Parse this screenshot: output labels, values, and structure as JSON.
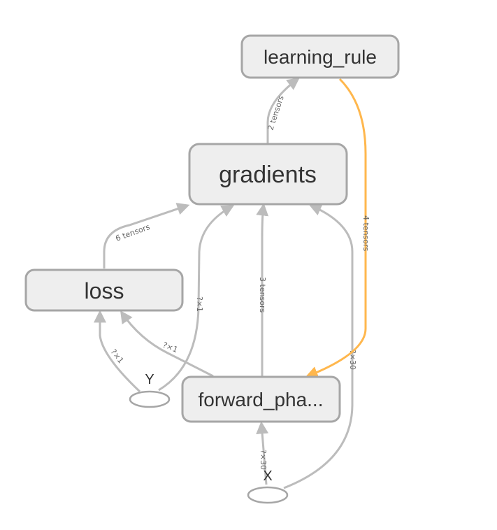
{
  "graph": {
    "nodes": {
      "learning_rule": "learning_rule",
      "gradients": "gradients",
      "loss": "loss",
      "forward_phase": "forward_pha...",
      "y": "Y",
      "x": "X"
    },
    "edges": {
      "gradients_to_learning_rule": "2 tensors",
      "loss_to_gradients": "6 tensors",
      "forward_to_gradients": "3 tensors",
      "learning_rule_to_forward": "4 tensors",
      "y_to_gradients": "?×1",
      "y_to_loss": "?×1",
      "forward_to_loss": "?×1",
      "x_to_gradients": "?×30",
      "x_to_forward": "?×30"
    },
    "colors": {
      "node_fill": "#eeeeee",
      "node_stroke": "#a6a6a6",
      "edge": "#bcbcbc",
      "reference_edge": "#ffb74d"
    }
  }
}
